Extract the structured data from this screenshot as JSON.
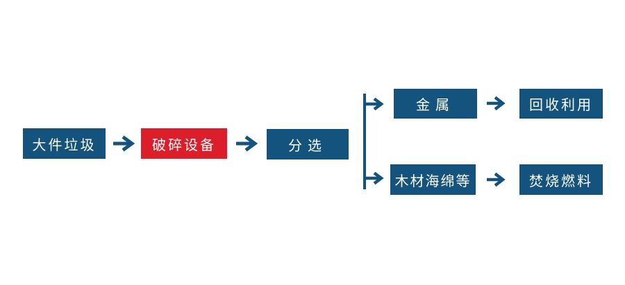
{
  "colors": {
    "background": "#ffffff",
    "node-blue": "#14537d",
    "node-red": "#dc1e2b",
    "node-text": "#ffffff",
    "connector": "#14537d"
  },
  "icons": {
    "flow_arrow": "right-arrow →"
  },
  "flowchart": {
    "nodes": {
      "bulky_waste": "大件垃圾",
      "crushing_equipment": "破碎设备",
      "sorting": "分选",
      "metal": "金属",
      "recycling": "回收利用",
      "wood_sponge": "木材海绵等",
      "incineration_fuel": "焚烧燃料"
    },
    "edges": [
      {
        "from": "大件垃圾",
        "to": "破碎设备"
      },
      {
        "from": "破碎设备",
        "to": "分选"
      },
      {
        "from": "分选",
        "to": "金属"
      },
      {
        "from": "金属",
        "to": "回收利用"
      },
      {
        "from": "分选",
        "to": "木材海绵等"
      },
      {
        "from": "木材海绵等",
        "to": "焚烧燃料"
      }
    ]
  }
}
